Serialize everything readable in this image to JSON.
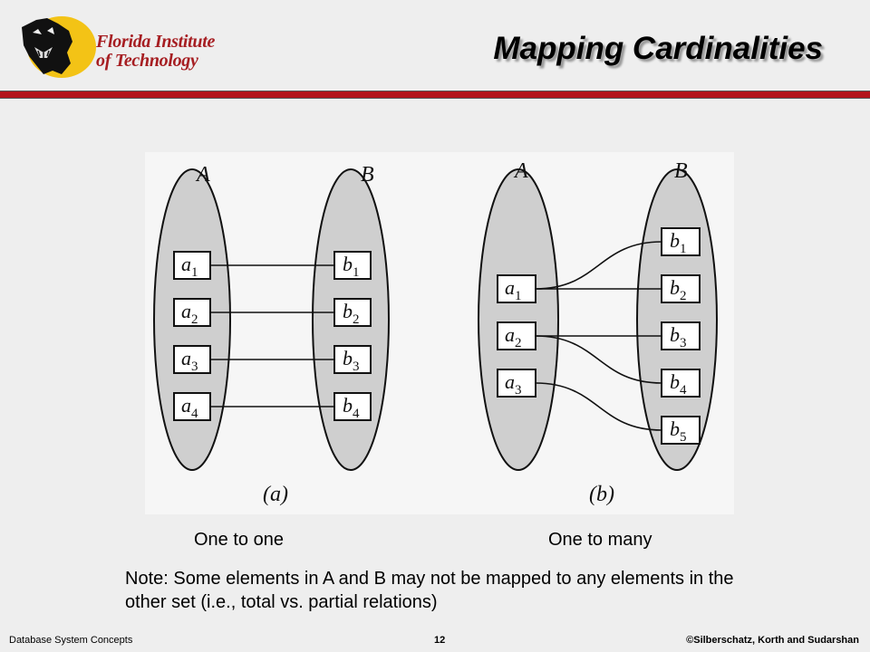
{
  "header": {
    "logo_line1": "Florida Institute",
    "logo_line2": "of Technology",
    "title": "Mapping Cardinalities"
  },
  "diagram": {
    "set_a_label": "A",
    "set_b_label": "B",
    "a": {
      "caption": "(a)",
      "left": [
        "a1",
        "a2",
        "a3",
        "a4"
      ],
      "right": [
        "b1",
        "b2",
        "b3",
        "b4"
      ],
      "links": [
        [
          0,
          0
        ],
        [
          1,
          1
        ],
        [
          2,
          2
        ],
        [
          3,
          3
        ]
      ]
    },
    "b": {
      "caption": "(b)",
      "left": [
        "a1",
        "a2",
        "a3"
      ],
      "right": [
        "b1",
        "b2",
        "b3",
        "b4",
        "b5"
      ],
      "links": [
        [
          0,
          0
        ],
        [
          0,
          1
        ],
        [
          1,
          2
        ],
        [
          1,
          3
        ],
        [
          2,
          4
        ]
      ]
    }
  },
  "captions": {
    "left": "One to one",
    "right": "One to many"
  },
  "note": "Note: Some elements in A and B may not be mapped to any elements in the other set (i.e., total vs. partial relations)",
  "footer": {
    "left": "Database System Concepts",
    "page": "12",
    "right": "©Silberschatz, Korth and Sudarshan"
  }
}
